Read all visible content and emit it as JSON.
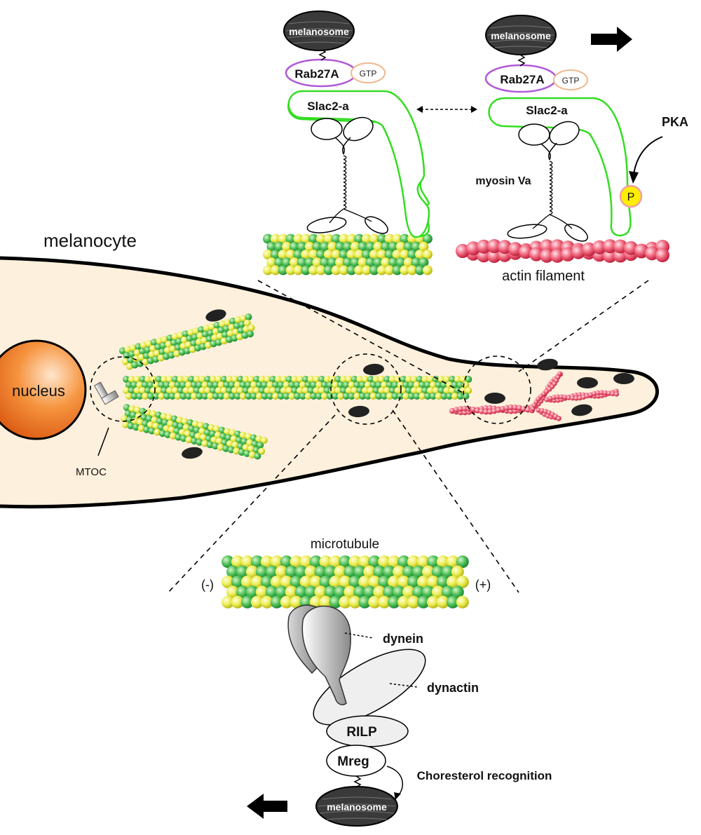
{
  "labels": {
    "melanocyte": "melanocyte",
    "nucleus": "nucleus",
    "mtoc": "MTOC",
    "melanosome": "melanosome",
    "rab27a": "Rab27A",
    "gtp": "GTP",
    "slac2a": "Slac2-a",
    "pka": "PKA",
    "p": "P",
    "myosin": "myosin Va",
    "actin": "actin filament",
    "microtubule": "microtubule",
    "minus": "(-)",
    "plus": "(+)",
    "dynein": "dynein",
    "dynactin": "dynactin",
    "rilp": "RILP",
    "mreg": "Mreg",
    "cholesterol": "Choresterol recognition"
  },
  "colors": {
    "cell_fill": "#fdf0dc",
    "tubulin_green": "#3fb24a",
    "tubulin_yellow": "#e8ea4a",
    "actin_red": "#e8506a",
    "slac_green": "#33dd22",
    "rab_purple": "#b05ad8",
    "gtp_peach": "#f0b890",
    "nucleus_orange": "#f07a2a",
    "melanosome_dark": "#333333",
    "p_yellow": "#ffee00"
  }
}
